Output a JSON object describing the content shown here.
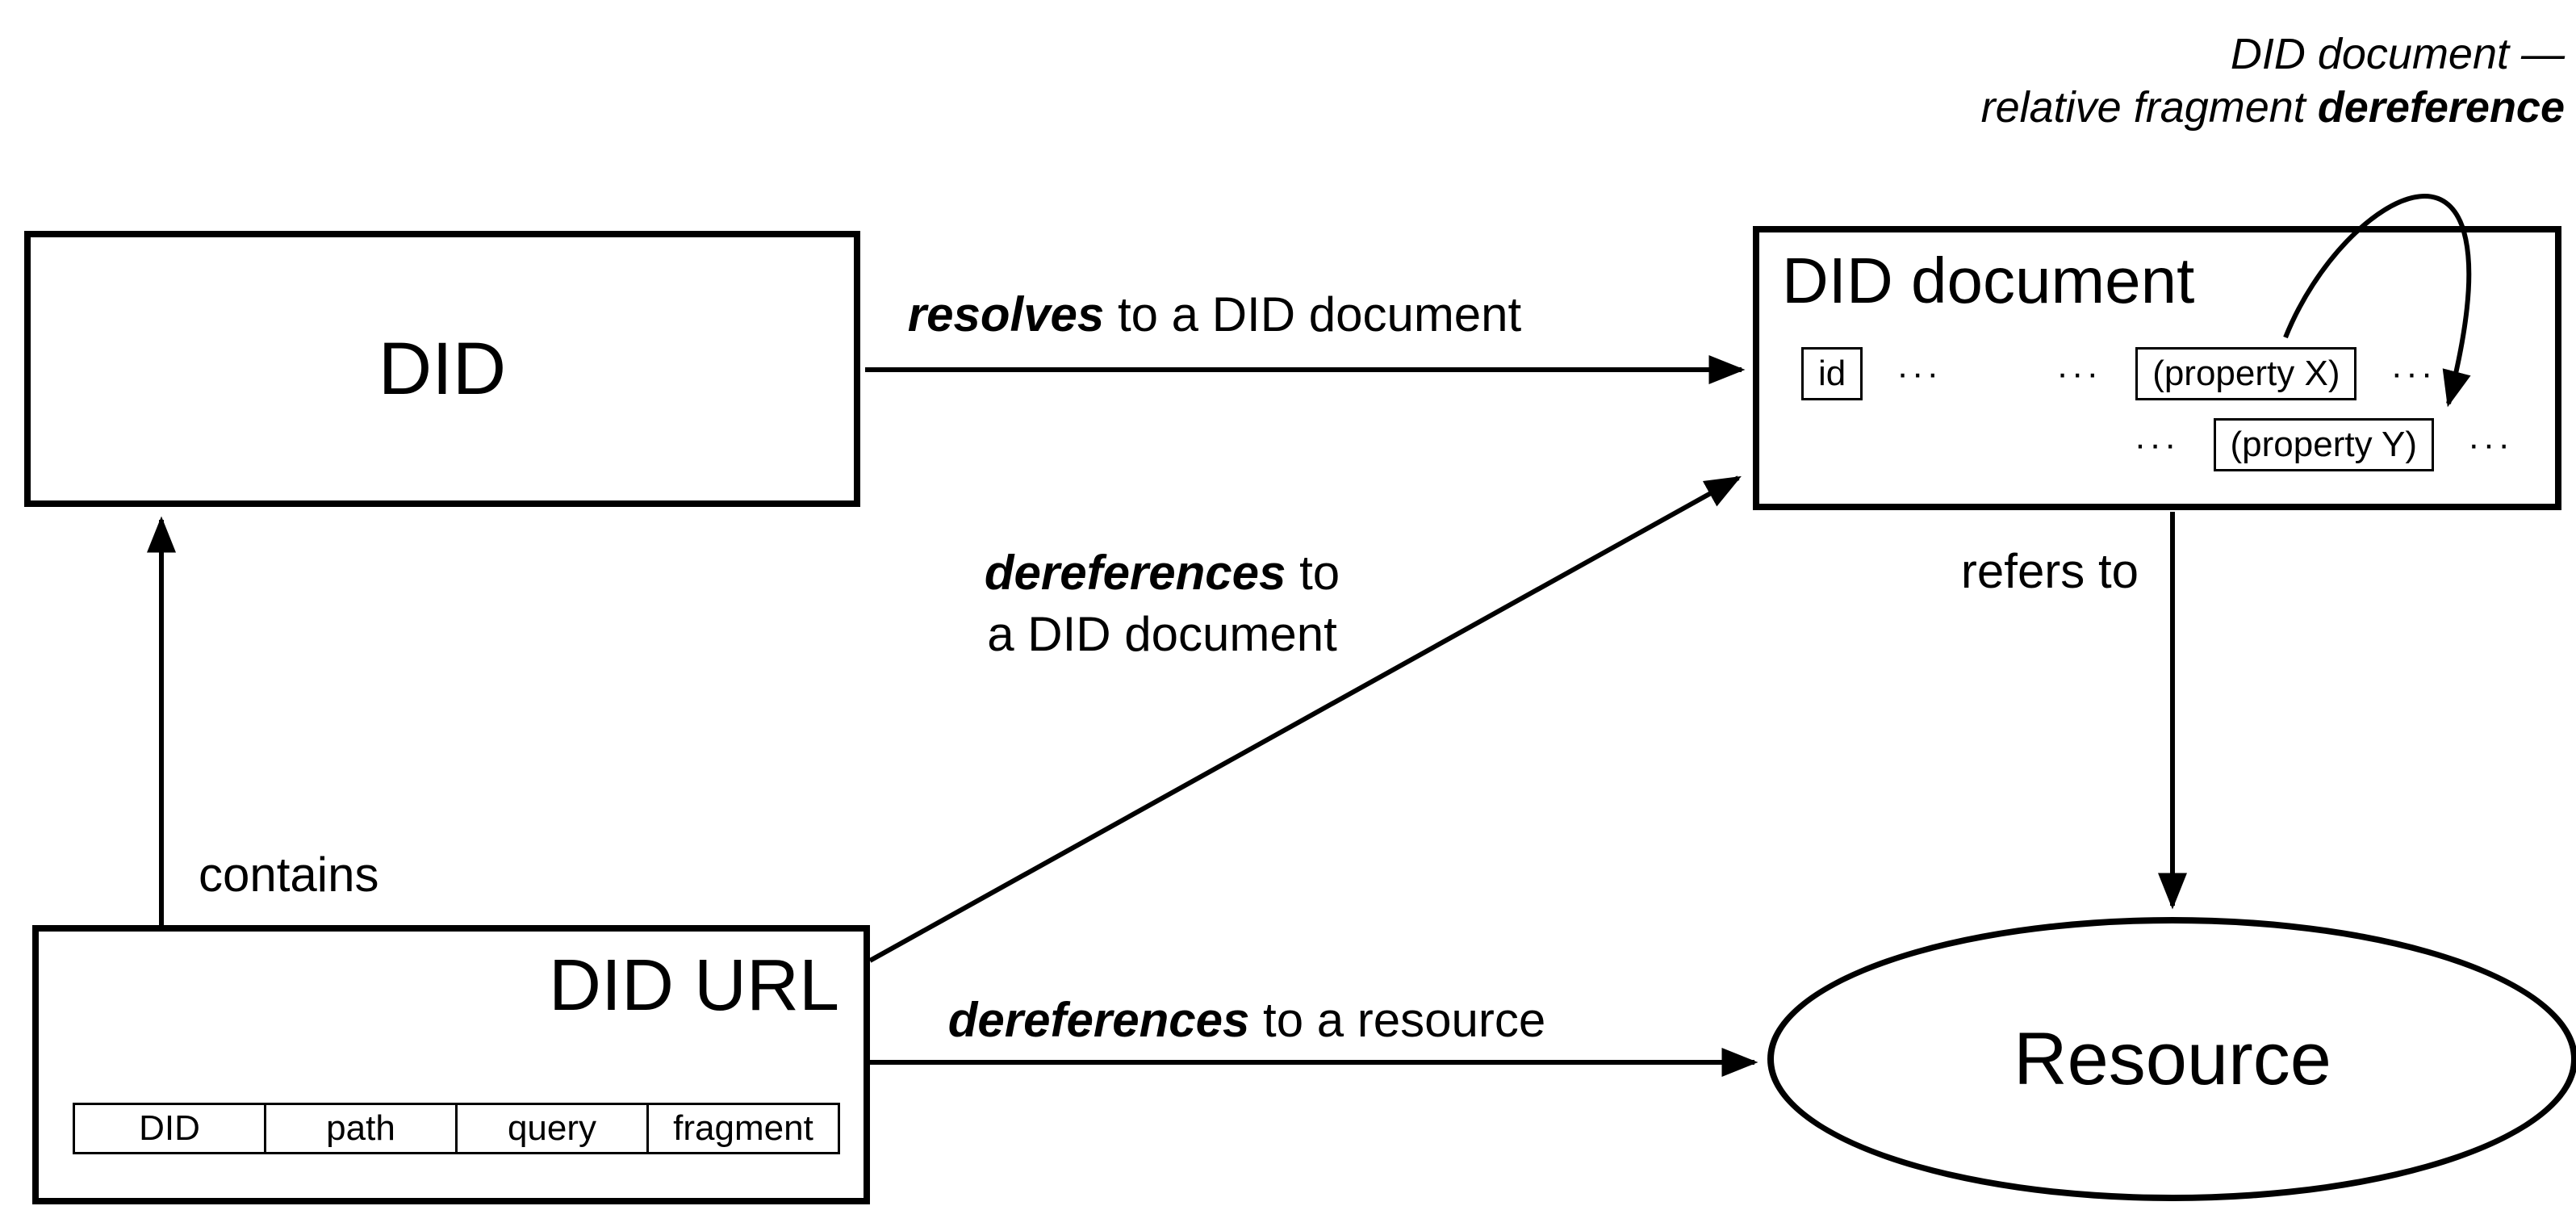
{
  "colors": {
    "stroke": "#000000",
    "background": "#ffffff"
  },
  "nodes": {
    "did": {
      "label": "DID"
    },
    "did_document": {
      "title": "DID document",
      "id_box": "id",
      "property_x": "(property X)",
      "property_y": "(property Y)",
      "ellipsis": "···"
    },
    "did_url": {
      "title": "DID URL",
      "segments": [
        "DID",
        "path",
        "query",
        "fragment"
      ]
    },
    "resource": {
      "label": "Resource"
    }
  },
  "edges": {
    "resolves": {
      "emphasis": "resolves",
      "rest": " to a DID document"
    },
    "contains": {
      "label": "contains"
    },
    "dereferences_document": {
      "emphasis": "dereferences",
      "rest": " to",
      "line2": "a DID document"
    },
    "dereferences_resource": {
      "emphasis": "dereferences",
      "rest": " to a resource"
    },
    "refers_to": {
      "label": "refers to"
    },
    "relative_fragment_dereference": {
      "line1": "DID document —",
      "line2_prefix": "relative fragment ",
      "line2_emphasis": "dereference"
    }
  }
}
